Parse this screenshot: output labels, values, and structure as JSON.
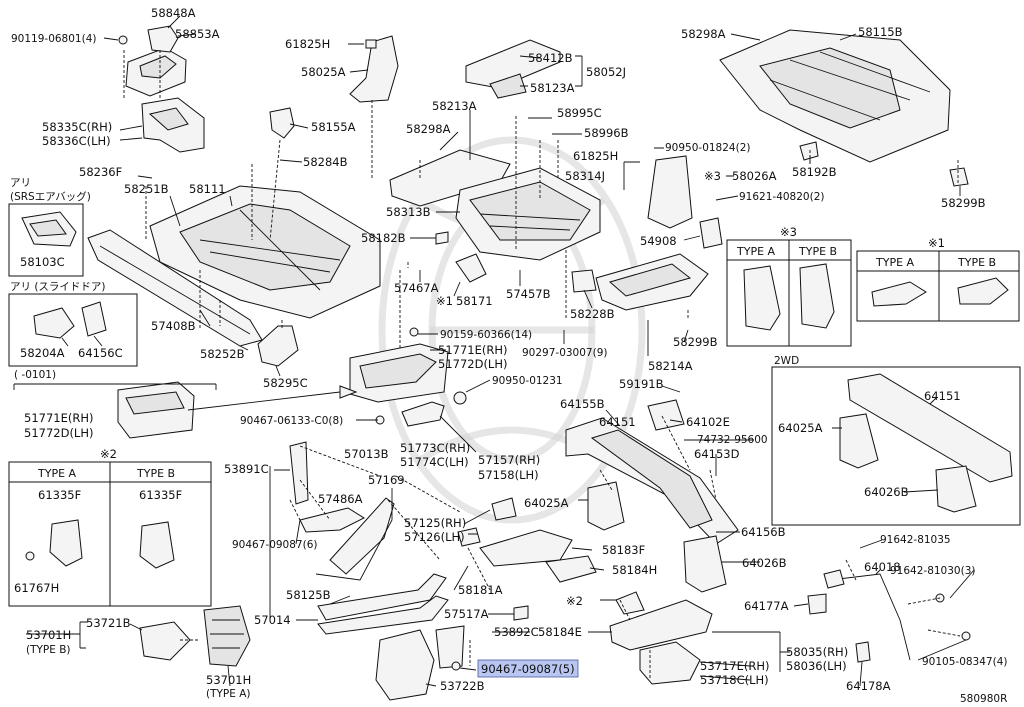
{
  "diagram_code": "580980R",
  "highlight_color": "#b9c6f2",
  "parts": [
    {
      "id": "p01",
      "text": "58848A"
    },
    {
      "id": "p02",
      "text": "90119-06801(4)"
    },
    {
      "id": "p03",
      "text": "58853A"
    },
    {
      "id": "p04",
      "text": "61825H"
    },
    {
      "id": "p05",
      "text": "58025A"
    },
    {
      "id": "p06",
      "text": "58412B"
    },
    {
      "id": "p07",
      "text": "58052J"
    },
    {
      "id": "p08",
      "text": "58123A"
    },
    {
      "id": "p09",
      "text": "58298A"
    },
    {
      "id": "p10",
      "text": "58115B"
    },
    {
      "id": "p11",
      "text": "58335C(RH)"
    },
    {
      "id": "p12",
      "text": "58336C(LH)"
    },
    {
      "id": "p13",
      "text": "58155A"
    },
    {
      "id": "p14",
      "text": "58213A"
    },
    {
      "id": "p15",
      "text": "58298A"
    },
    {
      "id": "p16",
      "text": "58995C"
    },
    {
      "id": "p17",
      "text": "58996B"
    },
    {
      "id": "p18",
      "text": "90950-01824(2)"
    },
    {
      "id": "p19",
      "text": "58192B"
    },
    {
      "id": "p20",
      "text": "58299B"
    },
    {
      "id": "p21",
      "text": "58236F"
    },
    {
      "id": "p22",
      "text": "58284B"
    },
    {
      "id": "p23",
      "text": "61825H"
    },
    {
      "id": "p24",
      "text": "58314J"
    },
    {
      "id": "p25",
      "text": "58026A"
    },
    {
      "id": "p26",
      "text": "91621-40820(2)"
    },
    {
      "id": "p27",
      "text": "58251B"
    },
    {
      "id": "p28",
      "text": "58111"
    },
    {
      "id": "p29",
      "text": "58313B"
    },
    {
      "id": "p30",
      "text": "54908"
    },
    {
      "id": "p31",
      "text": "58182B"
    },
    {
      "id": "p32",
      "text": "57467A"
    },
    {
      "id": "p33",
      "text": "58171"
    },
    {
      "id": "p34",
      "text": "57457B"
    },
    {
      "id": "p35",
      "text": "58228B"
    },
    {
      "id": "p36",
      "text": "58103C"
    },
    {
      "id": "p37",
      "text": "57408B"
    },
    {
      "id": "p38",
      "text": "58204A"
    },
    {
      "id": "p39",
      "text": "64156C"
    },
    {
      "id": "p40",
      "text": "58252B"
    },
    {
      "id": "p41",
      "text": "58295C"
    },
    {
      "id": "p42",
      "text": "90159-60366(14)"
    },
    {
      "id": "p43",
      "text": "51771E(RH)"
    },
    {
      "id": "p44",
      "text": "51772D(LH)"
    },
    {
      "id": "p45",
      "text": "90297-03007(9)"
    },
    {
      "id": "p46",
      "text": "58299B"
    },
    {
      "id": "p47",
      "text": "58214A"
    },
    {
      "id": "p48",
      "text": "90950-01231"
    },
    {
      "id": "p49",
      "text": "59191B"
    },
    {
      "id": "p50",
      "text": "51771E(RH)"
    },
    {
      "id": "p51",
      "text": "51772D(LH)"
    },
    {
      "id": "p52",
      "text": "90467-06133-C0(8)"
    },
    {
      "id": "p53",
      "text": "64155B"
    },
    {
      "id": "p54",
      "text": "64151"
    },
    {
      "id": "p55",
      "text": "64102E"
    },
    {
      "id": "p56",
      "text": "74732-95600"
    },
    {
      "id": "p57",
      "text": "64151"
    },
    {
      "id": "p58",
      "text": "64025A"
    },
    {
      "id": "p59",
      "text": "51773C(RH)"
    },
    {
      "id": "p60",
      "text": "51774C(LH)"
    },
    {
      "id": "p61",
      "text": "57157(RH)"
    },
    {
      "id": "p62",
      "text": "57158(LH)"
    },
    {
      "id": "p63",
      "text": "53891C"
    },
    {
      "id": "p64",
      "text": "57013B"
    },
    {
      "id": "p65",
      "text": "57169"
    },
    {
      "id": "p66",
      "text": "57486A"
    },
    {
      "id": "p67",
      "text": "64153D"
    },
    {
      "id": "p68",
      "text": "64025A"
    },
    {
      "id": "p69",
      "text": "64026B"
    },
    {
      "id": "p70",
      "text": "90467-09087(6)"
    },
    {
      "id": "p71",
      "text": "57125(RH)"
    },
    {
      "id": "p72",
      "text": "57126(LH)"
    },
    {
      "id": "p73",
      "text": "64156B"
    },
    {
      "id": "p74",
      "text": "91642-81035"
    },
    {
      "id": "p75",
      "text": "58183F"
    },
    {
      "id": "p76",
      "text": "64026B"
    },
    {
      "id": "p77",
      "text": "58184H"
    },
    {
      "id": "p78",
      "text": "64018"
    },
    {
      "id": "p79",
      "text": "91642-81030(3)"
    },
    {
      "id": "p80",
      "text": "58125B"
    },
    {
      "id": "p81",
      "text": "58181A"
    },
    {
      "id": "p82",
      "text": "64177A"
    },
    {
      "id": "p83",
      "text": "57014"
    },
    {
      "id": "p84",
      "text": "57517A"
    },
    {
      "id": "p85",
      "text": "53721B"
    },
    {
      "id": "p86",
      "text": "53701H"
    },
    {
      "id": "p87",
      "text": "(TYPE B)"
    },
    {
      "id": "p88",
      "text": "53892C"
    },
    {
      "id": "p89",
      "text": "58184E"
    },
    {
      "id": "p90",
      "text": "58035(RH)"
    },
    {
      "id": "p91",
      "text": "58036(LH)"
    },
    {
      "id": "p92",
      "text": "90467-09087(5)"
    },
    {
      "id": "p93",
      "text": "53717E(RH)"
    },
    {
      "id": "p94",
      "text": "53718C(LH)"
    },
    {
      "id": "p95",
      "text": "90105-08347(4)"
    },
    {
      "id": "p96",
      "text": "53722B"
    },
    {
      "id": "p97",
      "text": "53701H"
    },
    {
      "id": "p98",
      "text": "(TYPE A)"
    },
    {
      "id": "p99",
      "text": "64178A"
    },
    {
      "id": "p100",
      "text": "61335F"
    },
    {
      "id": "p101",
      "text": "61335F"
    },
    {
      "id": "p102",
      "text": "61767H"
    }
  ],
  "marks": {
    "ref1": "※1",
    "ref2": "※2",
    "ref3": "※3",
    "ref3_label": "※3",
    "ref1_label": "※1",
    "ref2_label": "※2"
  },
  "notes": {
    "srs_line1": "アリ",
    "srs_line2": "(SRSエアバッグ)",
    "slide_line1": "アリ (スライドドア)",
    "range_label": "(    -0101)",
    "twowd": "2WD"
  },
  "type_boxes": {
    "box3": {
      "a": "TYPE A",
      "b": "TYPE B"
    },
    "box1": {
      "a": "TYPE A",
      "b": "TYPE B"
    },
    "box2": {
      "a": "TYPE A",
      "b": "TYPE B"
    }
  }
}
